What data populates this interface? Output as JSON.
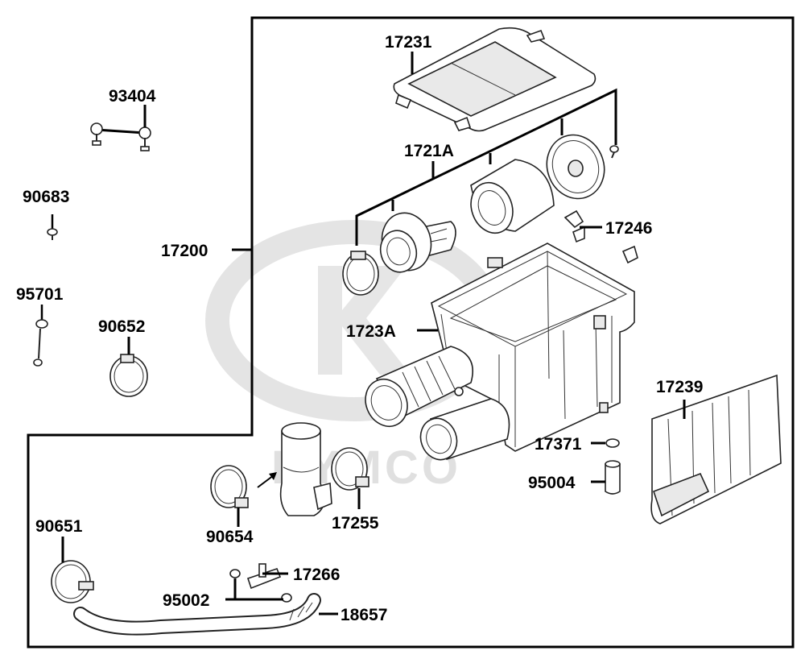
{
  "watermark": {
    "text": "KYMCO",
    "color": "#dddddd"
  },
  "colors": {
    "line": "#000000",
    "part_stroke": "#222222",
    "part_fill": "#ffffff",
    "part_shade": "#e9e9e9"
  },
  "labels": {
    "p17231": "17231",
    "p93404": "93404",
    "p1721A": "1721A",
    "p90683": "90683",
    "p17246": "17246",
    "p17200": "17200",
    "p95701": "95701",
    "p1723A": "1723A",
    "p90652": "90652",
    "p17239": "17239",
    "p17371": "17371",
    "p95004": "95004",
    "p90654": "90654",
    "p17255": "17255",
    "p90651": "90651",
    "p17266": "17266",
    "p95002": "95002",
    "p18657": "18657"
  }
}
